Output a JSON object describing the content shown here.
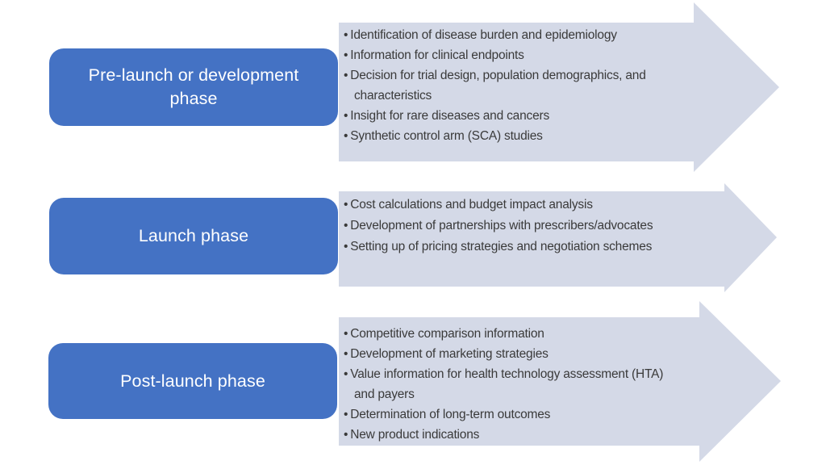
{
  "colors": {
    "phase_box_fill": "#4472C4",
    "phase_box_text": "#FFFFFF",
    "arrow_fill": "#D4D9E7",
    "bullet_text": "#3A3A3A",
    "background": "#FFFFFF"
  },
  "sections": [
    {
      "label": "Pre-launch or development phase",
      "bullets": [
        "Identification of disease burden and epidemiology",
        "Information for clinical endpoints",
        "Decision for trial design, population demographics, and characteristics",
        "Insight for rare diseases and cancers",
        "Synthetic control arm (SCA) studies"
      ]
    },
    {
      "label": "Launch phase",
      "bullets": [
        "Cost calculations and budget impact analysis",
        "Development of partnerships with prescribers/advocates",
        "Setting up of pricing strategies and negotiation schemes"
      ]
    },
    {
      "label": "Post-launch phase",
      "bullets": [
        "Competitive comparison information",
        "Development of marketing strategies",
        "Value information for health technology assessment (HTA) and payers",
        "Determination of long-term outcomes",
        "New product indications"
      ]
    }
  ]
}
